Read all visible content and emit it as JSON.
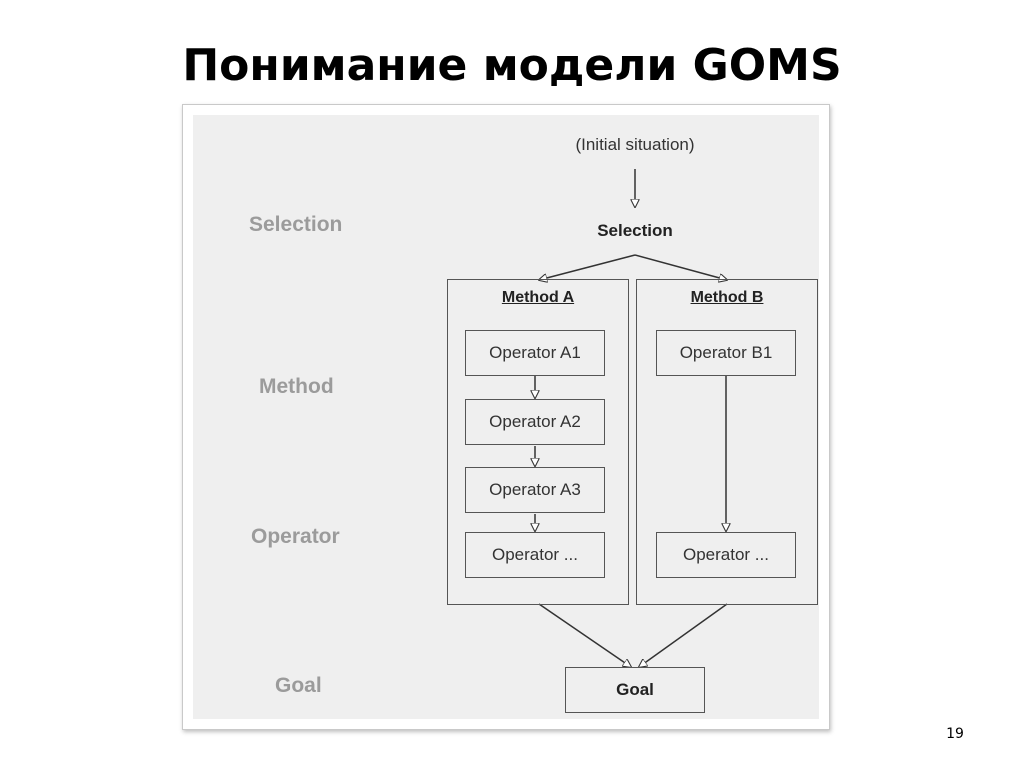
{
  "slide": {
    "title": "Понимание модели GOMS",
    "page_number": "19"
  },
  "diagram": {
    "layer_labels": {
      "selection": "Selection",
      "method": "Method",
      "operator": "Operator",
      "goal": "Goal"
    },
    "initial_situation": "(Initial situation)",
    "selection_node": "Selection",
    "method_a": {
      "title": "Method A",
      "operators": [
        "Operator A1",
        "Operator A2",
        "Operator A3",
        "Operator ..."
      ]
    },
    "method_b": {
      "title": "Method B",
      "operators": [
        "Operator B1",
        "Operator ..."
      ]
    },
    "goal_node": "Goal"
  }
}
